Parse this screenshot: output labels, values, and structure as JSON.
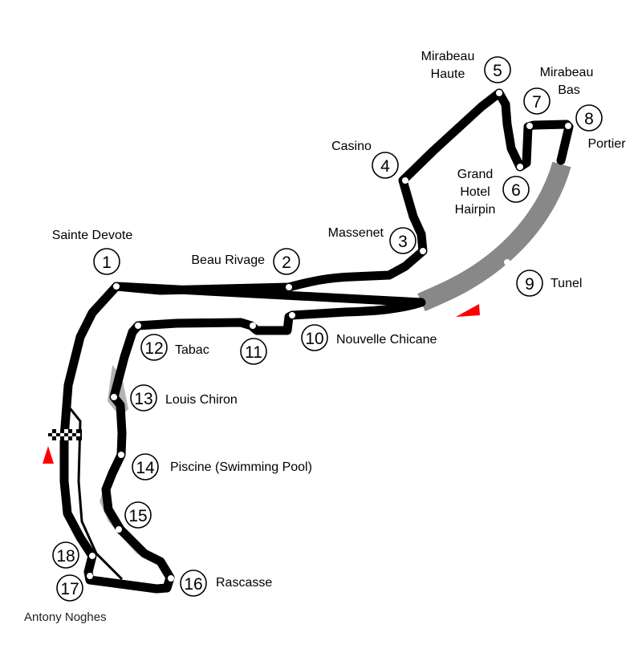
{
  "credit": "Antony Noghes",
  "corners": [
    {
      "num": "1",
      "name": [
        "Sainte Devote"
      ]
    },
    {
      "num": "2",
      "name": [
        "Beau Rivage"
      ]
    },
    {
      "num": "3",
      "name": [
        "Massenet"
      ]
    },
    {
      "num": "4",
      "name": [
        "Casino"
      ]
    },
    {
      "num": "5",
      "name": [
        "Mirabeau",
        "Haute"
      ]
    },
    {
      "num": "6",
      "name": [
        "Grand",
        "Hotel",
        "Hairpin"
      ]
    },
    {
      "num": "7",
      "name": [
        "Mirabeau",
        "Bas"
      ]
    },
    {
      "num": "8",
      "name": [
        "Portier"
      ]
    },
    {
      "num": "9",
      "name": [
        "Tunel"
      ]
    },
    {
      "num": "10",
      "name": [
        "Nouvelle Chicane"
      ]
    },
    {
      "num": "11",
      "name": []
    },
    {
      "num": "12",
      "name": [
        "Tabac"
      ]
    },
    {
      "num": "13",
      "name": [
        "Louis Chiron"
      ]
    },
    {
      "num": "14",
      "name": [
        "Piscine (Swimming Pool)"
      ]
    },
    {
      "num": "15",
      "name": []
    },
    {
      "num": "16",
      "name": [
        "Rascasse"
      ]
    },
    {
      "num": "17",
      "name": []
    },
    {
      "num": "18",
      "name": []
    }
  ],
  "colors": {
    "track": "#000000",
    "tunnel": "#888888",
    "runoff": "#b3b3b3",
    "direction_arrow": "#ff0000"
  }
}
